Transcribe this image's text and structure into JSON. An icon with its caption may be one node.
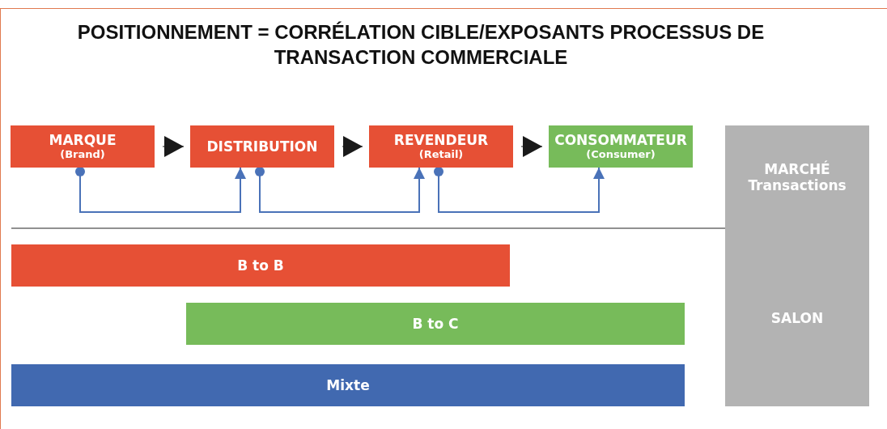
{
  "diagram": {
    "title": "POSITIONNEMENT = CORRÉLATION CIBLE/EXPOSANTS PROCESSUS DE TRANSACTION COMMERCIALE",
    "nodes": [
      {
        "text": [
          "MARQUE",
          "(Brand)"
        ]
      },
      {
        "text": [
          "DISTRIBUTION"
        ]
      },
      {
        "text": [
          "REVENDEUR",
          "(Retail)"
        ]
      },
      {
        "text": [
          "CONSOMMATEUR",
          "(Consumer)"
        ]
      },
      {
        "text": [
          "MARCHÉ Transactions"
        ]
      },
      {
        "text": [
          "B to B"
        ]
      },
      {
        "text": [
          "B to C"
        ]
      },
      {
        "text": [
          "Mixte"
        ]
      },
      {
        "text": [
          "SALON"
        ]
      }
    ],
    "edges": [
      {
        "from": 0,
        "to": 1,
        "arrow": "to"
      },
      {
        "from": 1,
        "to": 2,
        "arrow": "to"
      },
      {
        "from": 2,
        "to": 3,
        "arrow": "to"
      },
      {
        "from": 0,
        "to": 1,
        "arrow": "to",
        "color": "#4a72b8"
      },
      {
        "from": 1,
        "to": 2,
        "arrow": "to",
        "color": "#4a72b8"
      },
      {
        "from": 2,
        "to": 3,
        "arrow": "to",
        "color": "#4a72b8"
      }
    ]
  }
}
